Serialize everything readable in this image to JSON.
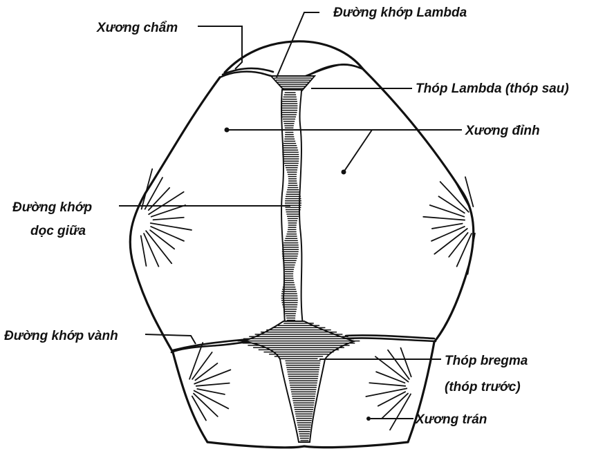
{
  "labels": {
    "lambda_suture": "Đường khớp Lambda",
    "occipital_bone": "Xương chẩm",
    "lambda_fontanelle": "Thóp Lambda (thóp sau)",
    "parietal_bone": "Xương đỉnh",
    "sagittal_suture_line1": "Đường khớp",
    "sagittal_suture_line2": "dọc giữa",
    "coronal_suture": "Đường khớp vành",
    "bregma_line1": "Thóp bregma",
    "bregma_line2": "(thóp trước)",
    "frontal_bone": "Xương trán"
  },
  "colors": {
    "ink": "#111111",
    "background": "#ffffff"
  }
}
